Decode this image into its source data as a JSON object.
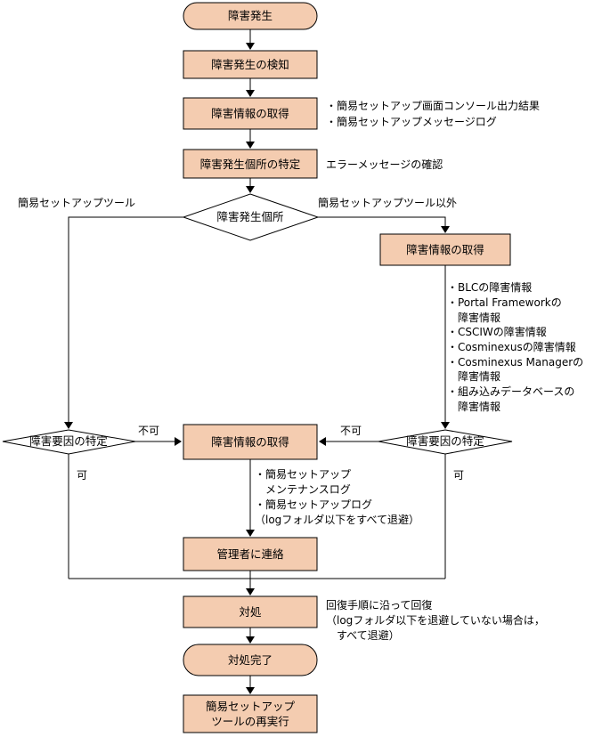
{
  "nodes": {
    "start": "障害発生",
    "detect": "障害発生の検知",
    "acquire1": "障害情報の取得",
    "identify_location": "障害発生個所の特定",
    "decision_location": "障害発生個所",
    "acquire2": "障害情報の取得",
    "decision_cause_left": "障害要因の特定",
    "acquire_center": "障害情報の取得",
    "decision_cause_right": "障害要因の特定",
    "contact_admin": "管理者に連絡",
    "handle": "対処",
    "handle_complete": "対処完了",
    "rerun_line1": "簡易セットアップ",
    "rerun_line2": "ツールの再実行"
  },
  "notes": {
    "acquire1": [
      "・簡易セットアップ画面コンソール出力結果",
      "・簡易セットアップメッセージログ"
    ],
    "identify_location": "エラーメッセージの確認",
    "acquire2": [
      "・BLCの障害情報",
      "・Portal Frameworkの",
      "　障害情報",
      "・CSCIWの障害情報",
      "・Cosminexusの障害情報",
      "・Cosminexus Managerの",
      "　障害情報",
      "・組み込みデータベースの",
      "　障害情報"
    ],
    "acquire_center": [
      "・簡易セットアップ",
      "　メンテナンスログ",
      "・簡易セットアップログ",
      "（logフォルダ以下をすべて退避）"
    ],
    "handle": [
      "回復手順に沿って回復",
      "（logフォルダ以下を退避していない場合は，",
      "　すべて退避）"
    ]
  },
  "edge_labels": {
    "branch_tool": "簡易セットアップツール",
    "branch_other": "簡易セットアップツール以外",
    "left_impossible": "不可",
    "right_impossible": "不可",
    "left_possible": "可",
    "right_possible": "可"
  }
}
